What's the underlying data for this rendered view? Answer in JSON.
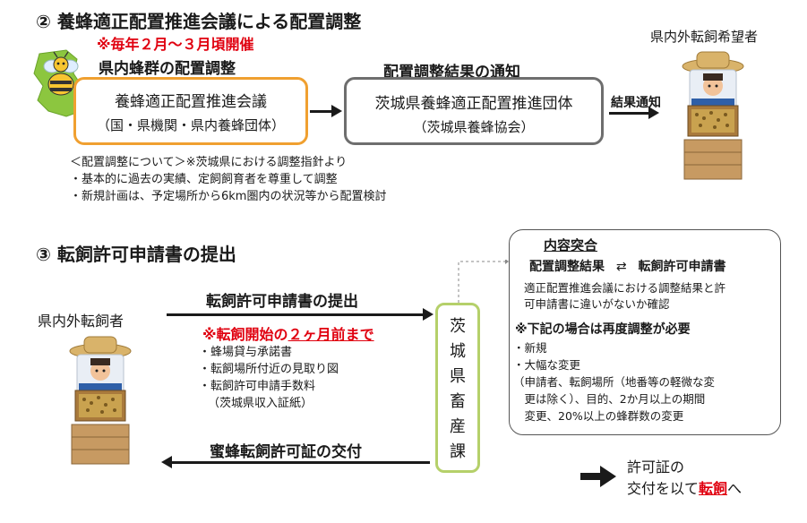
{
  "section2": {
    "title": "② 養蜂適正配置推進会議による配置調整",
    "schedule": "※毎年２月～３月頃開催",
    "left_label": "県内蜂群の配置調整",
    "box1_line1": "養蜂適正配置推進会議",
    "box1_line2": "（国・県機関・県内養蜂団体）",
    "notify_label": "配置調整結果の通知",
    "box2_line1": "茨城県養蜂適正配置推進団体",
    "box2_line2": "（茨城県養蜂協会）",
    "result_label": "結果通知",
    "applicant_label": "県内外転飼希望者",
    "notes": [
      "＜配置調整について＞※茨城県における調整指針より",
      "・基本的に過去の実績、定飼飼育者を尊重して調整",
      "・新規計画は、予定場所から6km圏内の状況等から配置検討"
    ]
  },
  "section3": {
    "title": "③ 転飼許可申請書の提出",
    "applicant_label": "県内外転飼者",
    "submit_label": "転飼許可申請書の提出",
    "deadline_prefix": "※転飼開始の",
    "deadline_emph": "２ヶ月前まで",
    "docs": [
      "・蜂場貸与承諾書",
      "・転飼場所付近の見取り図",
      "・転飼許可申請手数料",
      "（茨城県収入証紙）"
    ],
    "issue_label": "蜜蜂転飼許可証の交付",
    "dept_chars": [
      "茨",
      "城",
      "県",
      "畜",
      "産",
      "課"
    ],
    "check": {
      "title": "内容突合",
      "compare_left": "配置調整結果",
      "compare_symbol": "⇄",
      "compare_right": "転飼許可申請書",
      "desc_line1": "適正配置推進会議における調整結果と許",
      "desc_line2": "可申請書に違いがないか確認",
      "readjust_title": "※下記の場合は再度調整が必要",
      "items": [
        "・新規",
        "・大幅な変更",
        "（申請者、転飼場所（地番等の軽微な変",
        "　更は除く）、目的、2か月以上の期間",
        "　変更、20%以上の蜂群数の変更"
      ]
    },
    "final_line1": "許可証の",
    "final_line2_prefix": "交付を以て",
    "final_line2_emph": "転飼",
    "final_line2_suffix": "へ"
  },
  "colors": {
    "orange_border": "#f0a030",
    "gray_border": "#6e6e6e",
    "green_border": "#b5d06a",
    "red_text": "#e0000f",
    "ibaraki_green": "#8cc63f"
  },
  "icons": [
    "bee-icon",
    "ibaraki-map-icon",
    "beekeeper-icon",
    "arrow-right-icon"
  ]
}
